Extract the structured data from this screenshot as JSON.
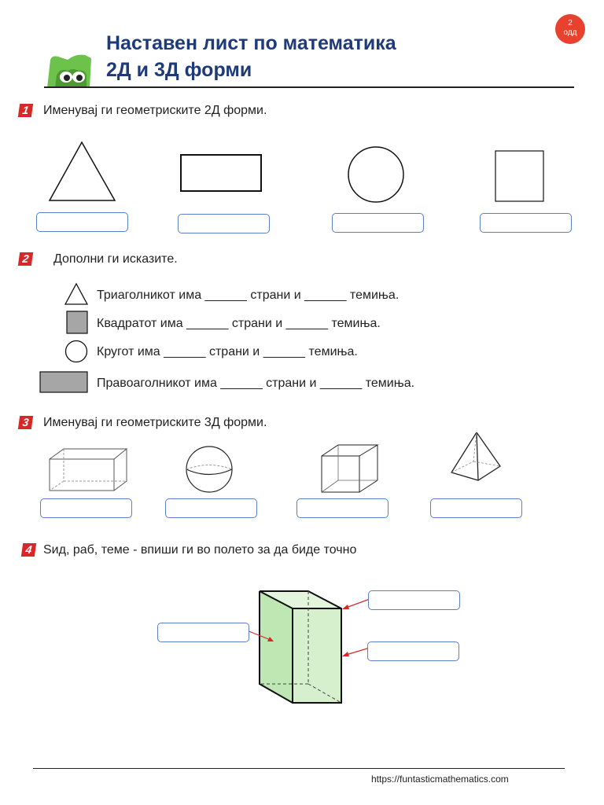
{
  "header": {
    "title_line1": "Наставен лист по математика",
    "title_line2": "2Д и 3Д  форми",
    "grade_number": "2",
    "grade_label": "одд"
  },
  "q1": {
    "number": "1",
    "text": "Именувај ги  геометриските 2Д форми.",
    "shapes": [
      "triangle-icon",
      "rectangle-icon",
      "circle-icon",
      "square-icon"
    ]
  },
  "q2": {
    "number": "2",
    "text": "Дополни ги исказите.",
    "statements": [
      "Триаголникот има ______ страни и ______ темиња.",
      "Квадратот има ______ страни и ______ темиња.",
      "Кругот има ______ страни и ______ темиња.",
      "Правоаголникот има ______ страни и ______ темиња."
    ]
  },
  "q3": {
    "number": "3",
    "text": "Именувај ги  геометриските 3Д форми.",
    "shapes": [
      "cuboid-icon",
      "sphere-icon",
      "cube-icon",
      "pyramid-icon"
    ]
  },
  "q4": {
    "number": "4",
    "text": "Ѕид, раб, теме - впиши ги во полето за да биде точно",
    "prism_fill": "#c9ebc0"
  },
  "footer": {
    "url": "https://funtasticmathematics.com"
  },
  "colors": {
    "title": "#1e3a78",
    "accent_red": "#d62828",
    "box_border": "#5b7fc4",
    "mascot_green": "#6cc24a"
  }
}
